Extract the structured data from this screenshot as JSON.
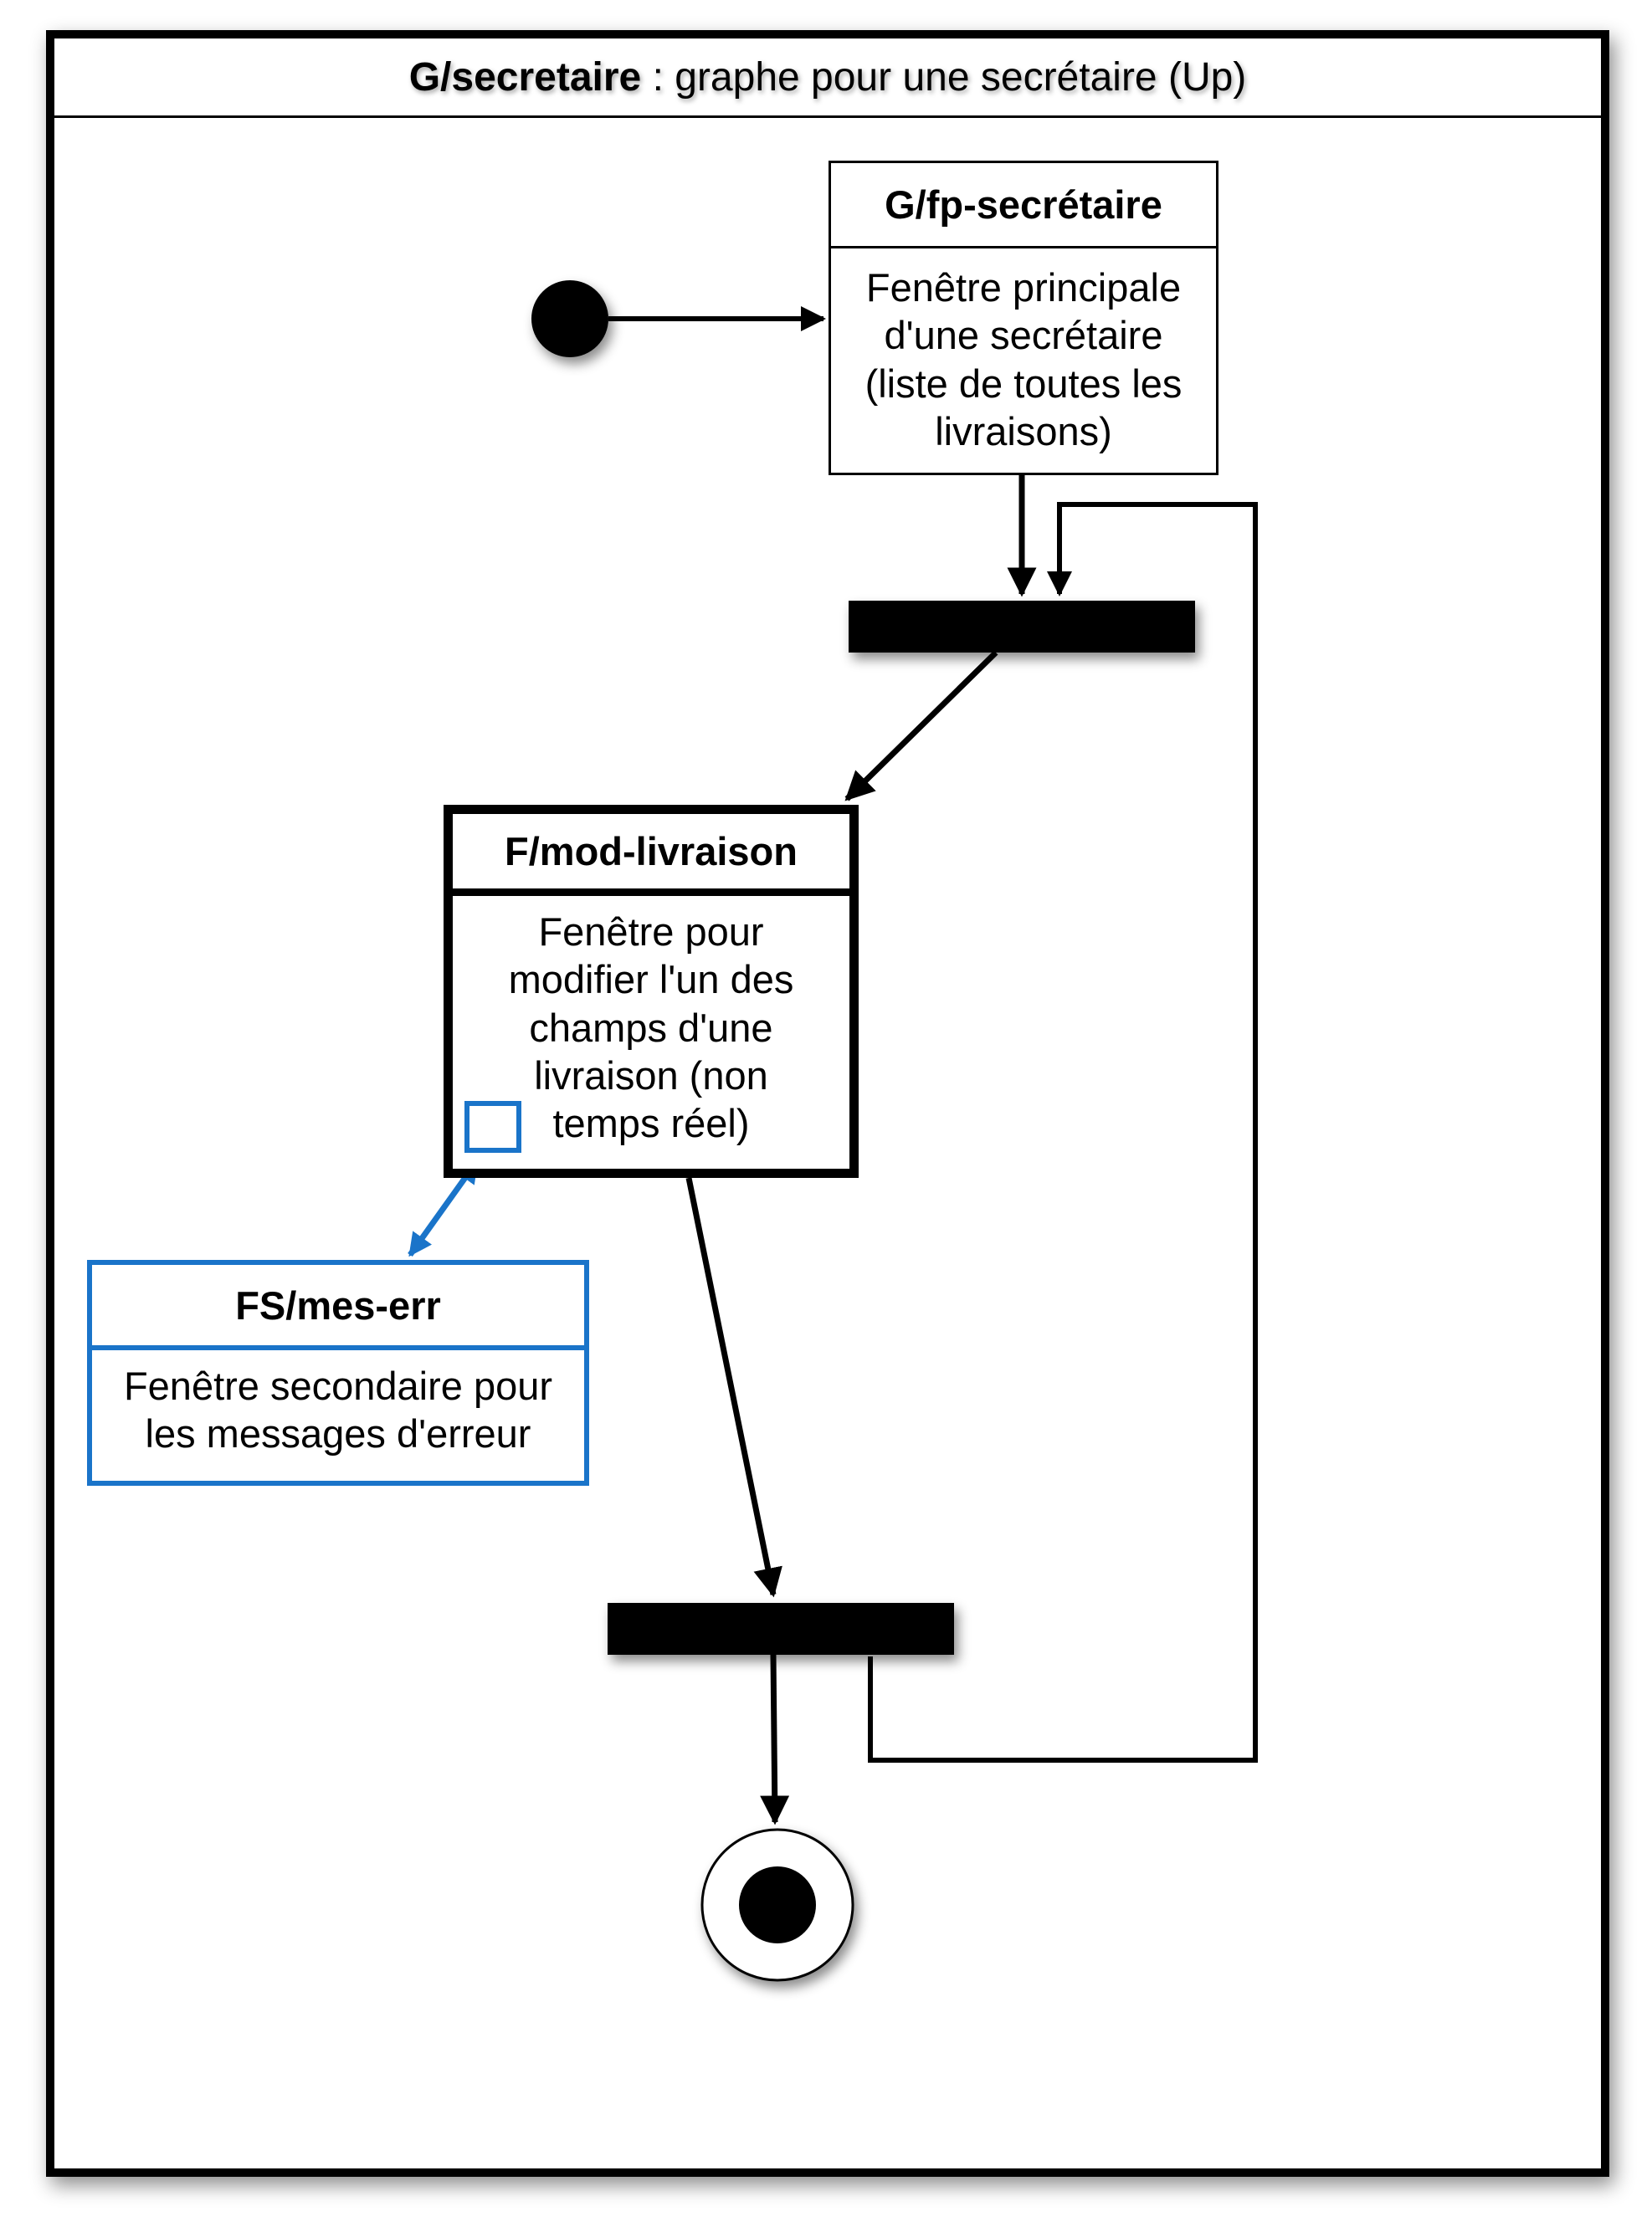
{
  "diagram": {
    "frame_title": {
      "name": "G/secretaire",
      "rest": " : graphe pour une secrétaire (Up)"
    },
    "nodes": {
      "main_window": {
        "title": "G/fp-secrétaire",
        "lines": [
          "Fenêtre principale",
          "d'une secrétaire",
          "(liste de toutes les",
          "livraisons)"
        ]
      },
      "mod_window": {
        "title": "F/mod-livraison",
        "lines": [
          "Fenêtre pour",
          "modifier l'un des",
          "champs d'une",
          "livraison (non",
          "temps réel)"
        ]
      },
      "err_window": {
        "title": "FS/mes-err",
        "lines": [
          "Fenêtre secondaire pour",
          "les messages d'erreur"
        ]
      }
    },
    "colors": {
      "primary": "#000000",
      "secondary_window": "#1a74c9"
    }
  }
}
